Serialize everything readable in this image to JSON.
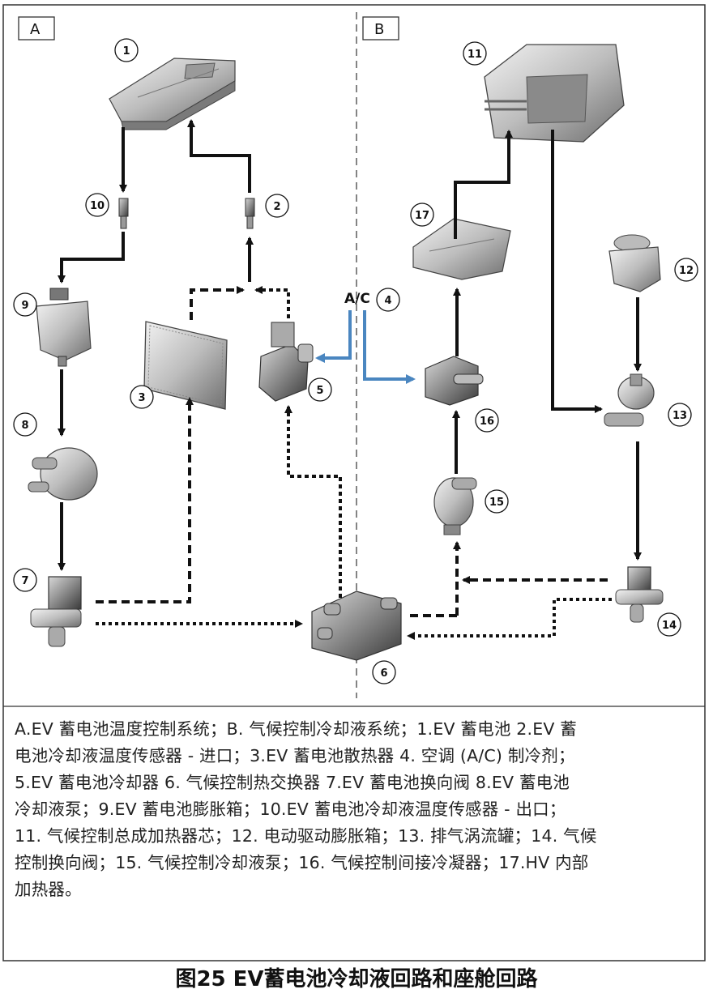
{
  "panels": {
    "a": "A",
    "b": "B"
  },
  "refrigerant_label": "A/C",
  "parts": [
    "1",
    "2",
    "3",
    "4",
    "5",
    "6",
    "7",
    "8",
    "9",
    "10",
    "11",
    "12",
    "13",
    "14",
    "15",
    "16",
    "17"
  ],
  "caption": [
    "A.EV 蓄电池温度控制系统；B. 气候控制冷却液系统；1.EV 蓄电池 2.EV 蓄",
    "电池冷却液温度传感器 - 进口；3.EV 蓄电池散热器 4. 空调 (A/C) 制冷剂；",
    "5.EV 蓄电池冷却器 6. 气候控制热交换器 7.EV 蓄电池换向阀 8.EV 蓄电池",
    "冷却液泵；9.EV 蓄电池膨胀箱；10.EV 蓄电池冷却液温度传感器 - 出口；",
    "11. 气候控制总成加热器芯；12. 电动驱动膨胀箱；13. 排气涡流罐；14. 气候",
    "控制换向阀；15. 气候控制冷却液泵；16. 气候控制间接冷凝器；17.HV 内部",
    "加热器。"
  ],
  "figure_title": "图25 EV蓄电池冷却液回路和座舱回路",
  "colors": {
    "refrigerant": "#4a86c0",
    "line": "#111111"
  }
}
